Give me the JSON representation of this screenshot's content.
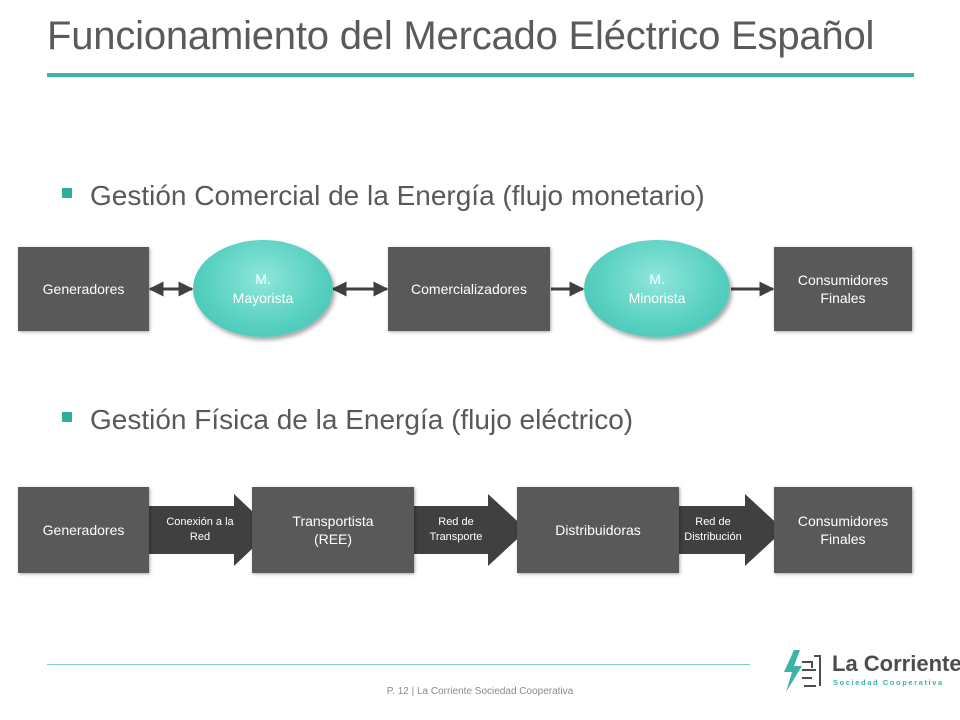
{
  "slide": {
    "title": "Funcionamiento del Mercado Eléctrico Español",
    "accent_color": "#3bb3a7",
    "box_color": "#595959",
    "ellipse_color": "#5ad1c2"
  },
  "commercial": {
    "heading": "Gestión Comercial de la Energía (flujo monetario)",
    "nodes": [
      {
        "label": "Generadores"
      },
      {
        "label": "M.\nMayorista"
      },
      {
        "label": "Comercializadores"
      },
      {
        "label": "M.\nMinorista"
      },
      {
        "label": "Consumidores\nFinales"
      }
    ]
  },
  "physical": {
    "heading": "Gestión Física de la Energía (flujo eléctrico)",
    "nodes": [
      {
        "label": "Generadores"
      },
      {
        "label": "Transportista\n(REE)"
      },
      {
        "label": "Distribuidoras"
      },
      {
        "label": "Consumidores\nFinales"
      }
    ],
    "links": [
      {
        "label": "Conexión a la\nRed"
      },
      {
        "label": "Red de\nTransporte"
      },
      {
        "label": "Red de\nDistribución"
      }
    ]
  },
  "footer": {
    "text": "P. 12 | La Corriente Sociedad Cooperativa"
  },
  "logo": {
    "name": "La Corriente",
    "subtitle": "Sociedad Cooperativa",
    "icon": "lightning-bolt-icon"
  }
}
